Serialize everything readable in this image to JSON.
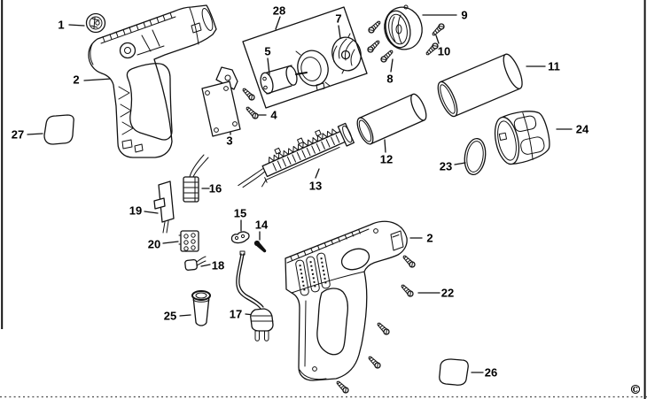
{
  "diagram_type": "exploded-parts-diagram",
  "colors": {
    "line": "#111111",
    "background": "#ffffff"
  },
  "labels": {
    "p1": "1",
    "p2_top": "2",
    "p27": "27",
    "p28": "28",
    "p5": "5",
    "p7": "7",
    "p4": "4",
    "p3": "3",
    "p9": "9",
    "p10": "10",
    "p8": "8",
    "p11": "11",
    "p12": "12",
    "p13": "13",
    "p23": "23",
    "p24": "24",
    "p16": "16",
    "p19": "19",
    "p20": "20",
    "p18": "18",
    "p15": "15",
    "p14": "14",
    "p17": "17",
    "p25": "25",
    "p2_bottom": "2",
    "p22": "22",
    "p26": "26"
  },
  "copyright": "©"
}
